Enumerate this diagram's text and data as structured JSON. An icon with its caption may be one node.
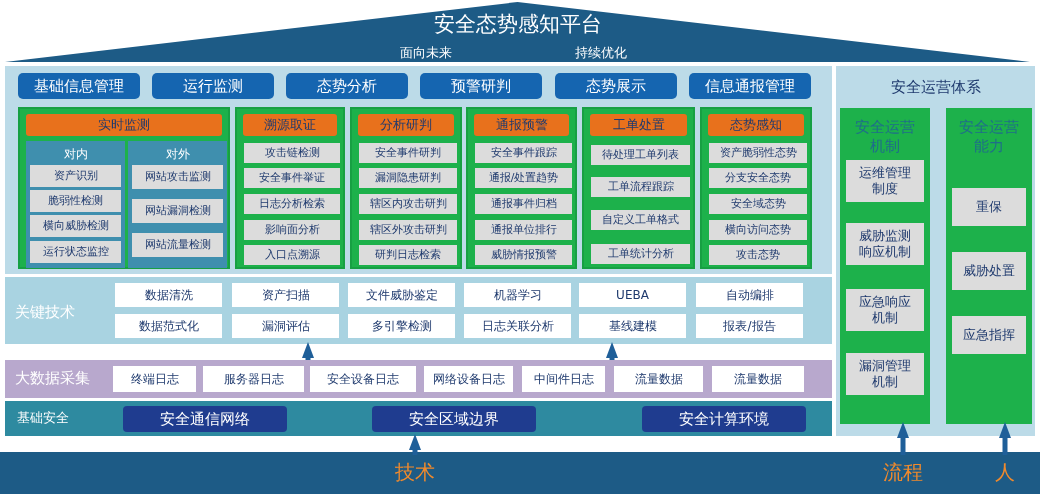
{
  "diagram": {
    "nodes": [
      {
        "text": [
          "安全态势感知平台",
          "面向未来",
          "持续优化"
        ]
      },
      {
        "text": [
          "基础信息管理"
        ]
      },
      {
        "text": [
          "运行监测"
        ]
      },
      {
        "text": [
          "态势分析"
        ]
      },
      {
        "text": [
          "预警研判"
        ]
      },
      {
        "text": [
          "态势展示"
        ]
      },
      {
        "text": [
          "信息通报管理"
        ]
      },
      {
        "text": [
          "实时监测"
        ]
      },
      {
        "text": [
          "对内"
        ],
        "in": 7
      },
      {
        "text": [
          "资产识别"
        ],
        "in": 8
      },
      {
        "text": [
          "脆弱性检测"
        ],
        "in": 8
      },
      {
        "text": [
          "横向威胁检测"
        ],
        "in": 8
      },
      {
        "text": [
          "运行状态监控"
        ],
        "in": 8
      },
      {
        "text": [
          "对外"
        ],
        "in": 7
      },
      {
        "text": [
          "网站攻击监测"
        ],
        "in": 13
      },
      {
        "text": [
          "网站漏洞检测"
        ],
        "in": 13
      },
      {
        "text": [
          "网站流量检测"
        ],
        "in": 13
      },
      {
        "text": [
          "溯源取证"
        ]
      },
      {
        "text": [
          "攻击链检测"
        ],
        "in": 17
      },
      {
        "text": [
          "安全事件举证"
        ],
        "in": 17
      },
      {
        "text": [
          "日志分析检索"
        ],
        "in": 17
      },
      {
        "text": [
          "影响面分析"
        ],
        "in": 17
      },
      {
        "text": [
          "入口点溯源"
        ],
        "in": 17
      },
      {
        "text": [
          "分析研判"
        ]
      },
      {
        "text": [
          "安全事件研判"
        ],
        "in": 23
      },
      {
        "text": [
          "漏洞隐患研判"
        ],
        "in": 23
      },
      {
        "text": [
          "辖区内攻击研判"
        ],
        "in": 23
      },
      {
        "text": [
          "辖区外攻击研判"
        ],
        "in": 23
      },
      {
        "text": [
          "研判日志检索"
        ],
        "in": 23
      },
      {
        "text": [
          "通报预警"
        ]
      },
      {
        "text": [
          "安全事件跟踪"
        ],
        "in": 29
      },
      {
        "text": [
          "通报/处置趋势"
        ],
        "in": 29
      },
      {
        "text": [
          "通报事件归档"
        ],
        "in": 29
      },
      {
        "text": [
          "通报单位排行"
        ],
        "in": 29
      },
      {
        "text": [
          "威胁情报预警"
        ],
        "in": 29
      },
      {
        "text": [
          "工单处置"
        ]
      },
      {
        "text": [
          "待处理工单列表"
        ],
        "in": 35
      },
      {
        "text": [
          "工单流程跟踪"
        ],
        "in": 35
      },
      {
        "text": [
          "自定义工单格式"
        ],
        "in": 35
      },
      {
        "text": [
          "工单统计分析"
        ],
        "in": 35
      },
      {
        "text": [
          "态势感知"
        ]
      },
      {
        "text": [
          "资产脆弱性态势"
        ],
        "in": 40
      },
      {
        "text": [
          "分支安全态势"
        ],
        "in": 40
      },
      {
        "text": [
          "安全域态势"
        ],
        "in": 40
      },
      {
        "text": [
          "横向访问态势"
        ],
        "in": 40
      },
      {
        "text": [
          "攻击态势"
        ],
        "in": 40
      },
      {
        "text": [
          "关键技术"
        ]
      },
      {
        "text": [
          "数据清洗"
        ],
        "in": 46
      },
      {
        "text": [
          "资产扫描"
        ],
        "in": 46
      },
      {
        "text": [
          "文件威胁鉴定"
        ],
        "in": 46
      },
      {
        "text": [
          "机器学习"
        ],
        "in": 46
      },
      {
        "text": [
          "UEBA"
        ],
        "in": 46
      },
      {
        "text": [
          "自动编排"
        ],
        "in": 46
      },
      {
        "text": [
          "数据范式化"
        ],
        "in": 46
      },
      {
        "text": [
          "漏洞评估"
        ],
        "in": 46
      },
      {
        "text": [
          "多引擎检测"
        ],
        "in": 46
      },
      {
        "text": [
          "日志关联分析"
        ],
        "in": 46
      },
      {
        "text": [
          "基线建模"
        ],
        "in": 46
      },
      {
        "text": [
          "报表/报告"
        ],
        "in": 46
      },
      {
        "text": [
          "大数据采集"
        ]
      },
      {
        "text": [
          "终端日志"
        ],
        "in": 59
      },
      {
        "text": [
          "服务器日志"
        ],
        "in": 59
      },
      {
        "text": [
          "安全设备日志"
        ],
        "in": 59
      },
      {
        "text": [
          "网络设备日志"
        ],
        "in": 59
      },
      {
        "text": [
          "中间件日志"
        ],
        "in": 59
      },
      {
        "text": [
          "流量数据"
        ],
        "in": 59
      },
      {
        "text": [
          "流量数据"
        ],
        "in": 59
      },
      {
        "text": [
          "基础安全"
        ]
      },
      {
        "text": [
          "安全通信网络"
        ],
        "in": 67
      },
      {
        "text": [
          "安全区域边界"
        ],
        "in": 67
      },
      {
        "text": [
          "安全计算环境"
        ],
        "in": 67
      },
      {
        "text": [
          "安全运营体系"
        ]
      },
      {
        "text": [
          "安全运营机制"
        ],
        "in": 71
      },
      {
        "text": [
          "运维管理制度"
        ],
        "in": 72
      },
      {
        "text": [
          "威胁监测响应机制"
        ],
        "in": 72
      },
      {
        "text": [
          "应急响应机制"
        ],
        "in": 72
      },
      {
        "text": [
          "漏洞管理机制"
        ],
        "in": 72
      },
      {
        "text": [
          "安全运营能力"
        ],
        "in": 71
      },
      {
        "text": [
          "重保"
        ],
        "in": 77
      },
      {
        "text": [
          "威胁处置"
        ],
        "in": 77
      },
      {
        "text": [
          "应急指挥"
        ],
        "in": 77
      },
      {
        "text": [],
        "shape": "bar"
      },
      {
        "text": [
          "技术"
        ],
        "in": 81
      },
      {
        "text": [
          "流程"
        ],
        "in": 81
      },
      {
        "text": [
          "人"
        ],
        "in": 81
      }
    ],
    "edges": [
      {
        "from": 59,
        "to": 46,
        "arrow": "to"
      },
      {
        "from": 59,
        "to": 46,
        "arrow": "to"
      },
      {
        "from": 82,
        "to": 67,
        "arrow": "to"
      },
      {
        "from": 83,
        "to": 72,
        "arrow": "to"
      },
      {
        "from": 84,
        "to": 77,
        "arrow": "to"
      }
    ]
  }
}
